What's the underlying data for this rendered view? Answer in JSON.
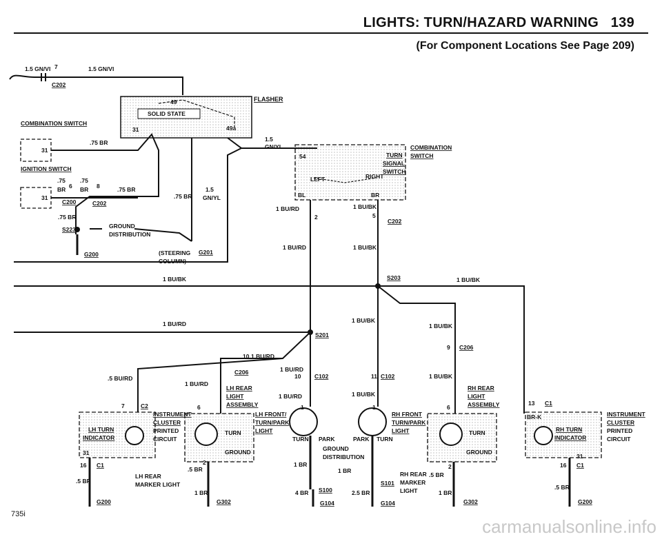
{
  "header": {
    "title": "LIGHTS: TURN/HAZARD WARNING",
    "page": "139",
    "subtitle": "(For Component Locations See Page 209)"
  },
  "footer": {
    "model": "735i",
    "watermark": "carmanualsonline.info"
  },
  "labels": {
    "gnvi_left": "1.5 GN/VI",
    "pin7": "7",
    "gnvi_right": "1.5 GN/VI",
    "c202_top": "C202",
    "flasher": "FLASHER",
    "solid_state": "SOLID STATE",
    "pin49": "49",
    "pin31_flasher": "31",
    "pin49a": "49a",
    "combination_switch_left": "COMBINATION SWITCH",
    "pin31_comb": "31",
    "br75_a": ".75 BR",
    "ignition_switch": "IGNITION SWITCH",
    "br75_b": ".75",
    "br75_c": ".75",
    "br_b": "BR",
    "pin6": "6",
    "br_c": "BR",
    "pin8": "8",
    "br75_d": ".75 BR",
    "pin31_ign": "31",
    "c200": "C200",
    "c202_mid": "C202",
    "br75_e": ".75 BR",
    "br75_f": ".75 BR",
    "gnyl15_a": "1.5",
    "gnyl15_a2": "GN/YL",
    "gnyl15_b": "1.5",
    "gnyl15_b2": "GN/YL",
    "s223": "S223",
    "ground_dist": "GROUND",
    "ground_dist2": "DISTRIBUTION",
    "g200_left": "G200",
    "steering": "(STEERING",
    "steering2": "COLUMN)",
    "g201": "G201",
    "combination_switch_right": "COMBINATION",
    "combination_switch_right2": "SWITCH",
    "pin54": "54",
    "turn_signal": "TURN",
    "turn_signal2": "SIGNAL",
    "turn_signal3": "SWITCH",
    "left": "LEFT",
    "right": "RIGHT",
    "pin_bl": "BL",
    "pin_br": "BR",
    "bu_rd_1": "1 BU/RD",
    "bu_bk_1": "1 BU/BK",
    "pin2": "2",
    "pin5": "5",
    "c202_right": "C202",
    "bu_rd_2": "1 BU/RD",
    "bu_bk_2": "1 BU/BK",
    "bu_bk_3": "1 BU/BK",
    "s203": "S203",
    "bu_bk_4": "1 BU/BK",
    "bu_rd_3": "1 BU/RD",
    "bu_bk_5": "1 BU/BK",
    "bu_bk_6": "1 BU/BK",
    "s201": "S201",
    "pin9": "9",
    "c206_right": "C206",
    "pin10a": "10",
    "bu_rd_4": "1 BU/RD",
    "c206_left": "C206",
    "bu_rd_5": "1 BU/RD",
    "pin10b": "10",
    "c102_left": "C102",
    "pin11": "11",
    "c102_right": "C102",
    "bu_bk_7": "1 BU/BK",
    "bu_rd_6": ".5 BU/RD",
    "bu_rd_7": "1 BU/RD",
    "lh_rear": "LH REAR",
    "lh_rear2": "LIGHT",
    "lh_rear3": "ASSEMBLY",
    "rh_rear": "RH REAR",
    "rh_rear2": "LIGHT",
    "rh_rear3": "ASSEMBLY",
    "bu_rd_8": "1 BU/RD",
    "bu_bk_8": "1 BU/BK",
    "pin7_c2": "7",
    "c2": "C2",
    "inst_cluster": "INSTRUMENT",
    "inst_cluster2": "CLUSTER",
    "inst_cluster3": "PRINTED",
    "inst_cluster4": "CIRCUIT",
    "pin6_lh": "6",
    "pin1_lf": "1",
    "lh_front": "LH FRONT/",
    "lh_front2": "TURN/PARK",
    "lh_front3": "LIGHT",
    "pin1_rf": "1",
    "rh_front": "RH FRONT",
    "rh_front2": "TURN/PARK",
    "rh_front3": "LIGHT",
    "pin6_rh": "6",
    "pin13": "13",
    "c1_right": "C1",
    "inst_cluster_r": "INSTRUMENT",
    "inst_cluster_r2": "CLUSTER",
    "inst_cluster_r3": "PRINTED",
    "inst_cluster_r4": "CIRCUIT",
    "lh_turn_ind": "LH TURN",
    "lh_turn_ind2": "INDICATOR",
    "turn_lh": "TURN",
    "ground_lh": "GROUND",
    "turn_lf": "TURN",
    "park_lf": "PARK",
    "park_rf": "PARK",
    "turn_rf": "TURN",
    "turn_rh": "TURN",
    "ground_rh": "GROUND",
    "rh_turn_ind": "RH TURN",
    "rh_turn_ind2": "INDICATOR",
    "brk": "BR-K",
    "pin31_l": "31",
    "pin16_l": "16",
    "c1_left": "C1",
    "pin31_r": "31",
    "pin16_r": "16",
    "c1_r2": "C1",
    "ground_dist_b": "GROUND",
    "ground_dist_b2": "DISTRIBUTION",
    "pin2_lh": "2",
    "br5_lh": ".5 BR",
    "pin2_rh": "2",
    "br5_rh": ".5 BR",
    "br5_a": ".5 BR",
    "lh_marker": "LH REAR",
    "lh_marker2": "MARKER LIGHT",
    "br1_a": "1 BR",
    "br1_b": "1 BR",
    "br1_c": "1 BR",
    "br1_d": "1 BR",
    "rh_marker": "RH REAR",
    "rh_marker2": "MARKER",
    "rh_marker3": "LIGHT",
    "br5_b": ".5 BR",
    "br4": "4 BR",
    "s100": "S100",
    "br25": "2.5 BR",
    "s101": "S101",
    "g200_a": "G200",
    "g302_a": "G302",
    "g104_a": "G104",
    "g104_b": "G104",
    "g302_b": "G302",
    "g200_b": "G200"
  }
}
